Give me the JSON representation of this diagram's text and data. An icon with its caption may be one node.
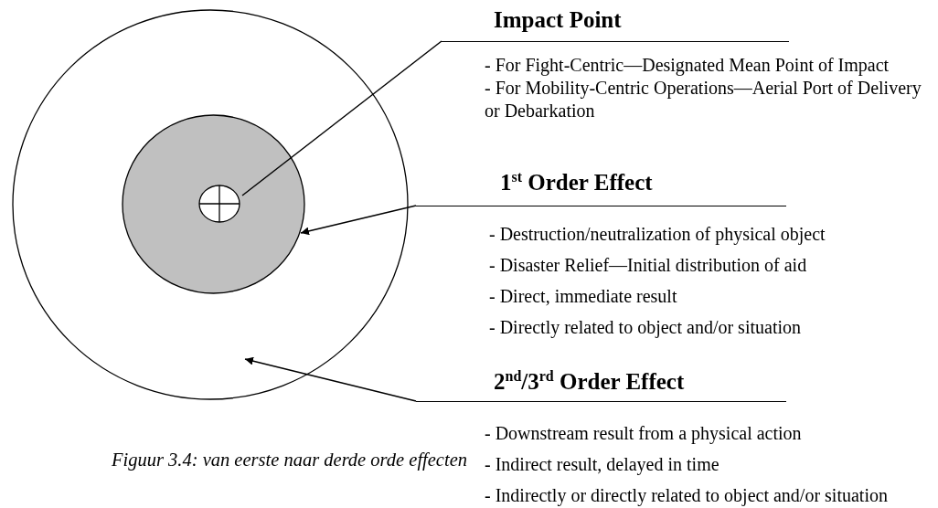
{
  "diagram": {
    "caption": "Figuur 3.4: van eerste naar derde orde effecten",
    "nodes": [
      {
        "text": [],
        "shape": "circle"
      },
      {
        "text": [],
        "shape": "circle",
        "in": 0
      },
      {
        "text": [],
        "shape": "circle",
        "in": 1
      },
      {
        "text": [
          "Impact Point",
          "- For Fight-Centric—Designated Mean Point of Impact",
          "- For Mobility-Centric Operations—Aerial Port of Delivery or Debarkation"
        ]
      },
      {
        "text": [
          "1$^{st}$ Order Effect",
          "- Destruction/neutralization of physical object",
          "- Disaster Relief—Initial distribution of aid",
          "- Direct, immediate result",
          "- Directly related to object and/or situation"
        ]
      },
      {
        "text": [
          "2$^{nd}$/3$^{rd}$ Order Effect",
          "- Downstream result from a physical action",
          "- Indirect result, delayed in time",
          "- Indirectly or directly related to object and/or situation"
        ]
      }
    ],
    "edges": [
      {
        "from": 3,
        "to": 2,
        "arrow": "none"
      },
      {
        "from": 4,
        "to": 1,
        "arrow": "to"
      },
      {
        "from": 5,
        "to": 0,
        "arrow": "to"
      }
    ]
  }
}
